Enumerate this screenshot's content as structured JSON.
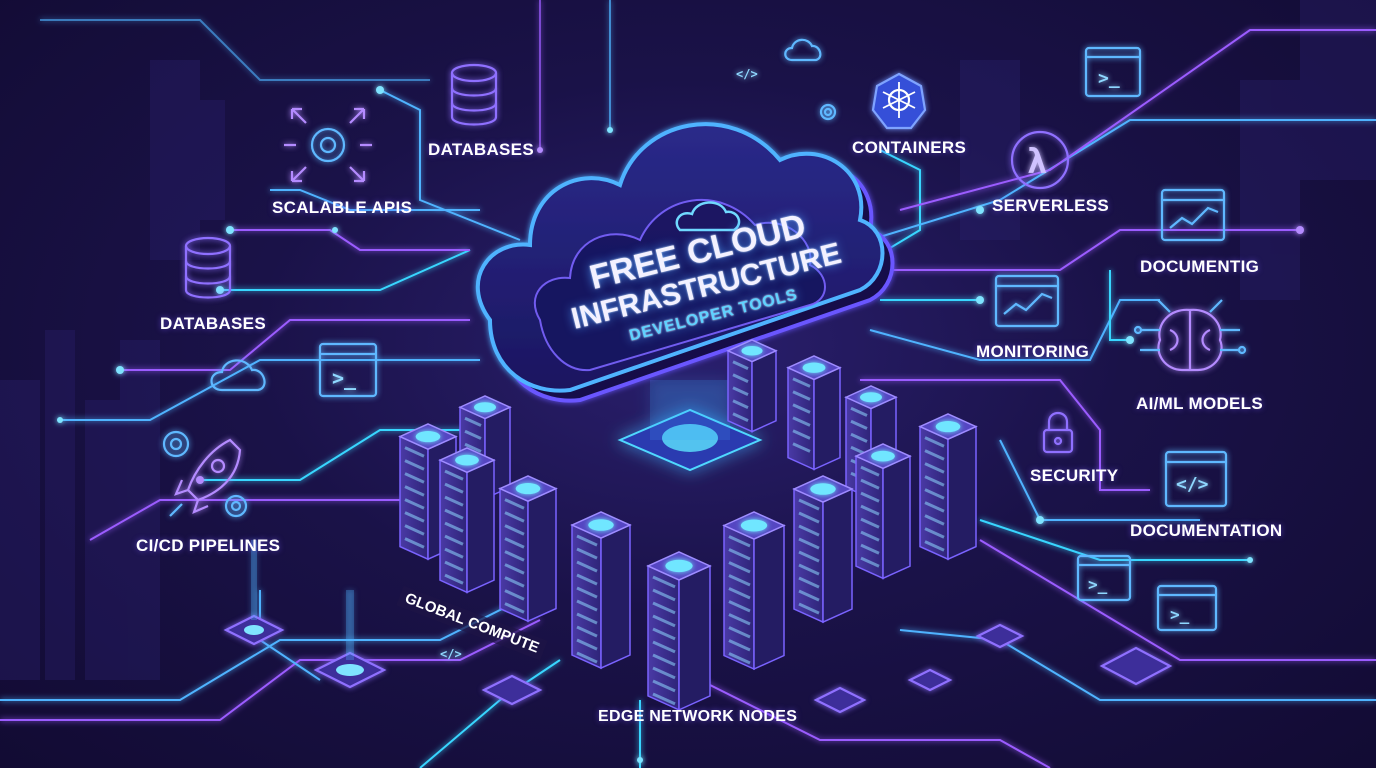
{
  "central": {
    "title_line1": "FREE CLOUD",
    "title_line2": "INFRASTRUCTURE",
    "subtitle": "DEVELOPER TOOLS"
  },
  "labels": {
    "scalable_apis": "SCALABLE APIS",
    "databases_top": "DATABASES",
    "containers": "CONTAINERS",
    "serverless": "SERVERLESS",
    "documentig": "DOCUMENTIG",
    "databases_left": "DATABASES",
    "monitoring": "MONITORING",
    "ai_ml_models": "AI/ML MODELS",
    "security": "SECURITY",
    "documentation": "DOCUMENTATION",
    "ci_cd_pipelines": "CI/CD PIPELINES",
    "global_compute": "GLOBAL COMPUTE",
    "edge_network_nodes": "EDGE NETWORK NODES"
  },
  "glyphs": {
    "terminal_prompt": ">_",
    "code_tag": "</>",
    "lambda": "λ"
  },
  "icons": [
    "gear-arrows-icon",
    "database-icon",
    "kubernetes-wheel-icon",
    "lambda-icon",
    "line-chart-icon",
    "brain-icon",
    "lock-icon",
    "code-tag-icon",
    "terminal-icon",
    "rocket-icon",
    "cloud-icon",
    "server-rack-icon"
  ],
  "colors": {
    "background": "#160f3a",
    "neon_blue": "#4fb3ff",
    "neon_cyan": "#39d6ff",
    "neon_purple": "#9b5cff",
    "server_body": "#3a2d86"
  }
}
